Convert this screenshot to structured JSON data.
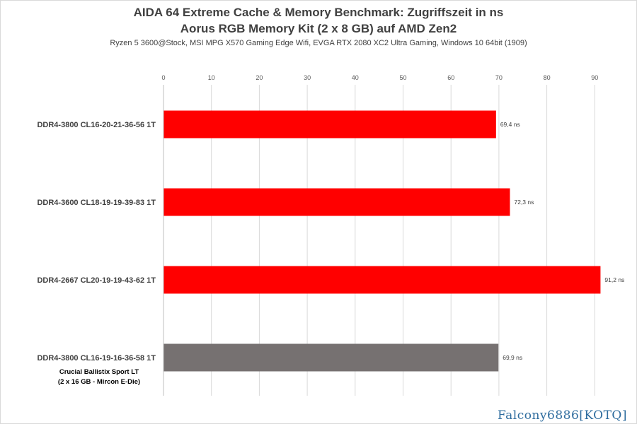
{
  "chart_data": {
    "type": "bar",
    "orientation": "horizontal",
    "title_lines": [
      "AIDA 64 Extreme Cache & Memory Benchmark: Zugriffszeit in ns",
      "Aorus RGB Memory Kit (2 x 8 GB) auf AMD Zen2"
    ],
    "subtitle": "Ryzen 5 3600@Stock, MSI MPG X570 Gaming Edge Wifi, EVGA RTX 2080 XC2 Ultra Gaming, Windows 10 64bit (1909)",
    "xlim": [
      0,
      95
    ],
    "xticks": [
      0,
      10,
      20,
      30,
      40,
      50,
      60,
      70,
      80,
      90
    ],
    "tick_position": "top",
    "grid": true,
    "categories": [
      "DDR4-3800 CL16-20-21-36-56 1T",
      "DDR4-3600 CL18-19-19-39-83 1T",
      "DDR4-2667 CL20-19-19-43-62 1T",
      "DDR4-3800 CL16-19-16-36-58 1T"
    ],
    "category_sublabels": [
      [],
      [],
      [],
      [
        "Crucial Ballistix Sport LT",
        "(2 x 16 GB - Mircon E-Die)"
      ]
    ],
    "values": [
      69.4,
      72.3,
      91.2,
      69.9
    ],
    "data_labels": [
      "69,4 ns",
      "72,3 ns",
      "91,2 ns",
      "69,9 ns"
    ],
    "bar_colors": [
      "#ff0000",
      "#ff0000",
      "#ff0000",
      "#767171"
    ]
  },
  "watermark": "Falcony6886[KOTQ]"
}
